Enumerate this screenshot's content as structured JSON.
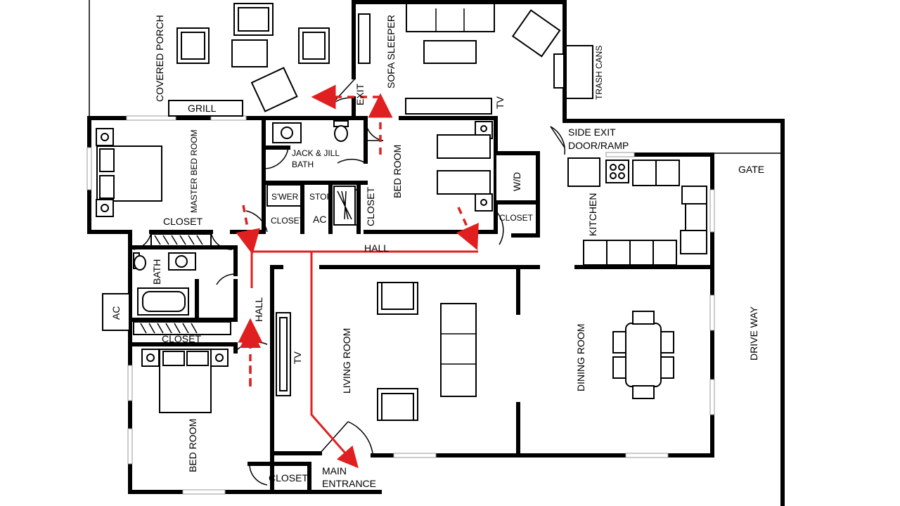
{
  "labels": {
    "covered_porch": "COVERED PORCH",
    "grill": "GRILL",
    "sofa_sleeper": "SOFA SLEEPER",
    "exit": "EXIT",
    "tv_top": "TV",
    "trash_cans": "TRASH CANS",
    "master_bed_room": "MASTER BED ROOM",
    "jack_jill_line1": "JACK & JILL",
    "jack_jill_line2": "BATH",
    "bed_room_top": "BED ROOM",
    "side_exit_line1": "SIDE EXIT",
    "side_exit_line2": "DOOR/RAMP",
    "gate": "GATE",
    "wd": "W/D",
    "closet_wd": "CLOSET",
    "kitchen": "KITCHEN",
    "sw_er": "S'WER",
    "stor": "STOR",
    "closet_mid": "CLOSET",
    "ac_inner": "AC",
    "closet_vertical": "CLOSET",
    "closet_master": "CLOSET",
    "hall_horizontal": "HALL",
    "bath": "BATH",
    "ac_outer": "AC",
    "hall_vertical": "HALL",
    "closet_lower": "CLOSET",
    "tv_living": "TV",
    "living_room": "LIVING ROOM",
    "dining_room": "DINING ROOM",
    "drive_way": "DRIVE WAY",
    "bed_room_bottom": "BED ROOM",
    "closet_bottom": "CLOSET",
    "main_entrance_line1": "MAIN",
    "main_entrance_line2": "ENTRANCE"
  },
  "colors": {
    "wall": "#000000",
    "route": "#e02020",
    "background": "#ffffff"
  },
  "icons": [
    "bed-icon",
    "armchair-icon",
    "sofa-icon",
    "toilet-icon",
    "sink-icon",
    "bathtub-icon",
    "stove-icon",
    "dining-table-icon",
    "door-swing-icon",
    "exit-arrow-icon"
  ]
}
